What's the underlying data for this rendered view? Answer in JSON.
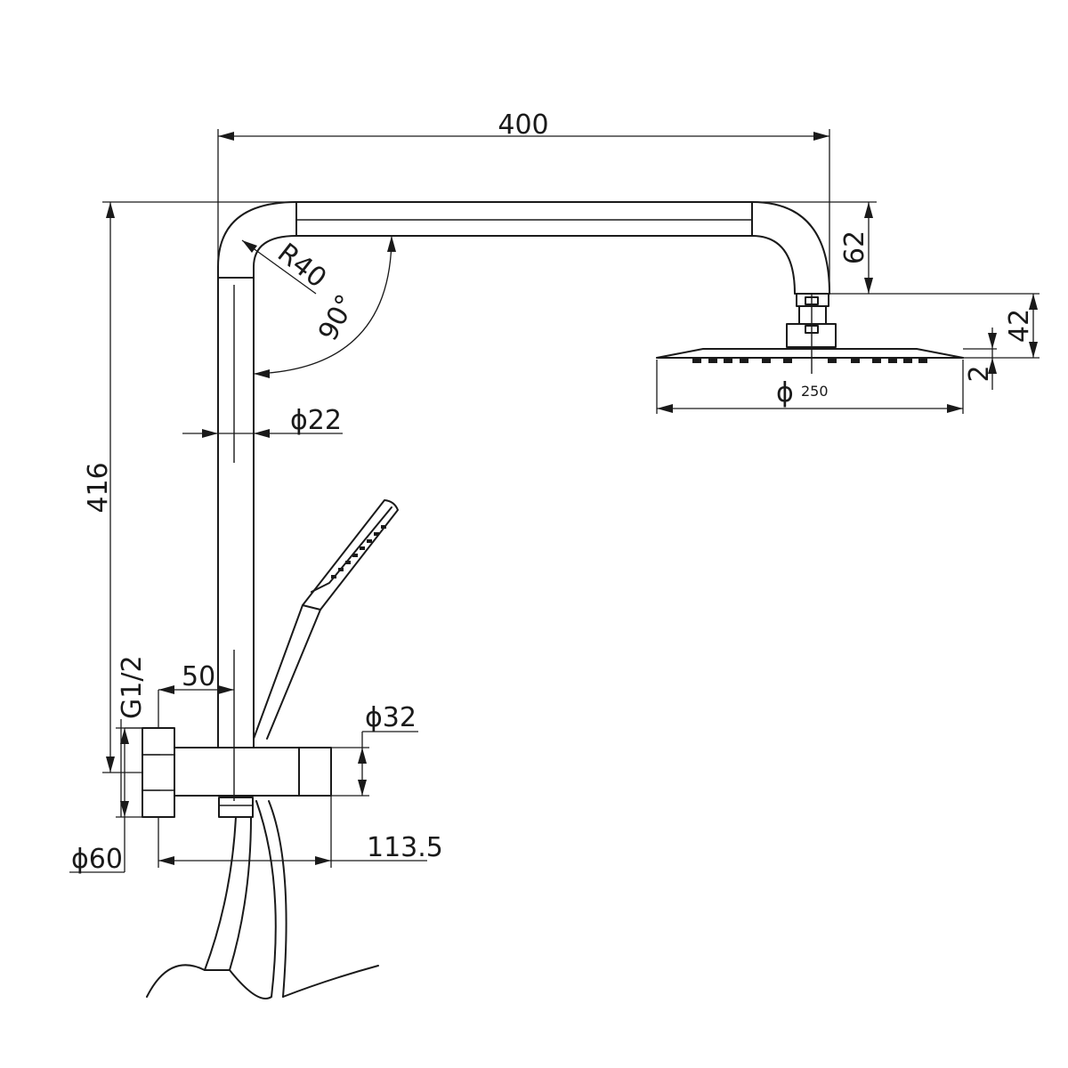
{
  "dimensions": {
    "width_400": "400",
    "height_416": "416",
    "radius": "R40",
    "angle": "90°",
    "pipe_dia": "ϕ22",
    "height_62": "62",
    "height_42": "42",
    "height_2": "2",
    "head_dia_symbol": "ϕ",
    "head_dia_value": "250",
    "offset_50": "50",
    "thread": "G1/2",
    "body_dia": "ϕ32",
    "flange_dia": "ϕ60",
    "depth": "113.5"
  }
}
